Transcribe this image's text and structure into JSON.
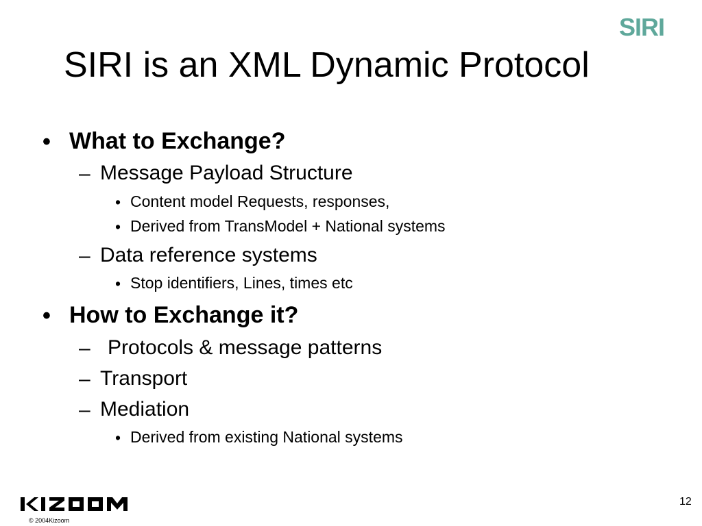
{
  "slide": {
    "logo_text": "SIRI",
    "title": "SIRI is an XML Dynamic Protocol",
    "bullets": [
      {
        "marker": "•",
        "text": "What to Exchange?"
      },
      {
        "marker": "–",
        "text": "Message Payload Structure"
      },
      {
        "marker": "•",
        "text": "Content model Requests, responses,"
      },
      {
        "marker": "•",
        "text": "Derived from TransModel + National systems"
      },
      {
        "marker": "–",
        "text": "Data reference systems"
      },
      {
        "marker": "•",
        "text": "Stop identifiers, Lines, times etc"
      },
      {
        "marker": "•",
        "text": "How to Exchange it?"
      },
      {
        "marker": "–",
        "text": "Protocols & message patterns"
      },
      {
        "marker": "–",
        "text": "Transport"
      },
      {
        "marker": "–",
        "text": "Mediation"
      },
      {
        "marker": "•",
        "text": "Derived from existing National systems"
      }
    ],
    "footer": {
      "company_logo": "Kizoom logo",
      "copyright": "© 2004Kizoom",
      "page_number": "12"
    }
  },
  "colors": {
    "logo": "#5fa89b",
    "text": "#000000",
    "background": "#ffffff"
  }
}
